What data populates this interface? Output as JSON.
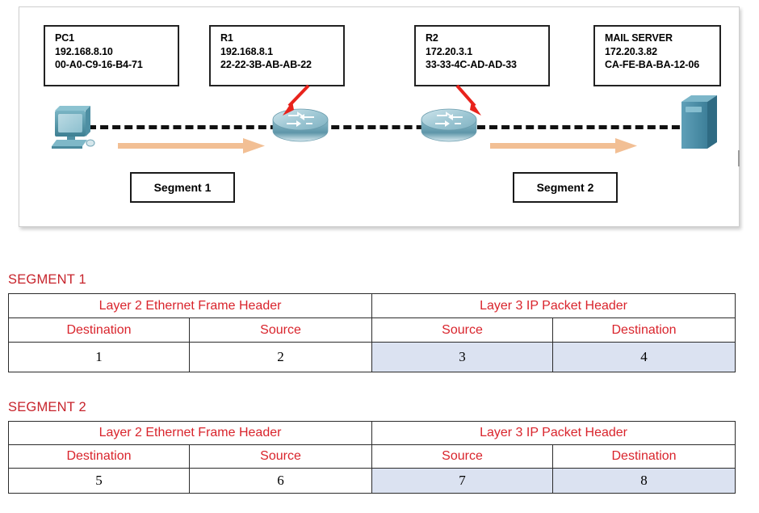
{
  "diagram": {
    "devices": [
      {
        "id": "pc1",
        "name": "PC1",
        "ip": "192.168.8.10",
        "mac": "00-A0-C9-16-B4-71",
        "icon": "desktop-computer-icon"
      },
      {
        "id": "r1",
        "name": "R1",
        "ip": "192.168.8.1",
        "mac": "22-22-3B-AB-AB-22",
        "icon": "router-icon"
      },
      {
        "id": "r2",
        "name": "R2",
        "ip": "172.20.3.1",
        "mac": "33-33-4C-AD-AD-33",
        "icon": "router-icon"
      },
      {
        "id": "mail",
        "name": "MAIL SERVER",
        "ip": "172.20.3.82",
        "mac": "CA-FE-BA-BA-12-06",
        "icon": "server-icon"
      }
    ],
    "segment_boxes": [
      {
        "label": "Segment 1"
      },
      {
        "label": "Segment 2"
      }
    ],
    "colors": {
      "flow_arrow": "#f2bf94",
      "pointer_arrow": "#e8231c",
      "link_line": "#111111",
      "device_body": "#3f8fa8"
    }
  },
  "tables": [
    {
      "title": "SEGMENT 1",
      "group_headers": [
        "Layer 2 Ethernet Frame Header",
        "Layer 3 IP Packet Header"
      ],
      "column_headers": [
        "Destination",
        "Source",
        "Source",
        "Destination"
      ],
      "values": [
        "1",
        "2",
        "3",
        "4"
      ],
      "shaded_columns": [
        2,
        3
      ]
    },
    {
      "title": "SEGMENT 2",
      "group_headers": [
        "Layer 2 Ethernet Frame Header",
        "Layer 3 IP Packet Header"
      ],
      "column_headers": [
        "Destination",
        "Source",
        "Source",
        "Destination"
      ],
      "values": [
        "5",
        "6",
        "7",
        "8"
      ],
      "shaded_columns": [
        2,
        3
      ]
    }
  ],
  "colors": {
    "header_red": "#d9242c",
    "title_red": "#c7232b",
    "shaded_cell": "#dbe2f1"
  }
}
